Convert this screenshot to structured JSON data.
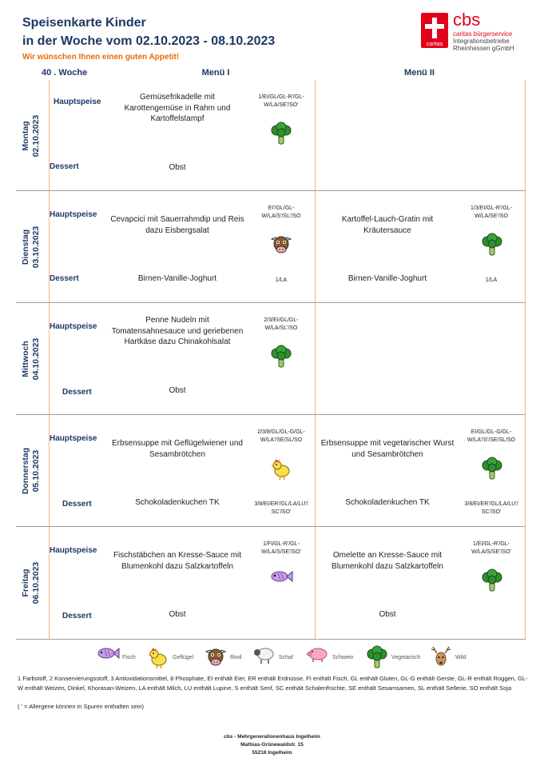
{
  "header": {
    "title_line1": "Speisenkarte Kinder",
    "title_line2": "in der Woche vom 02.10.2023 - 08.10.2023",
    "appetit": "Wir wünschen Ihnen einen guten Appetit!"
  },
  "logo": {
    "brand": "cbs",
    "badge": "caritas",
    "line1": "caritas bürgerservice",
    "line2": "Integrationsbetriebe",
    "line3": "Rheinhessen gGmbH"
  },
  "table": {
    "week": "40 . Woche",
    "menu1": "Menü I",
    "menu2": "Menü II",
    "hauptspeise_label": "Hauptspeise",
    "dessert_label": "Dessert"
  },
  "days": [
    {
      "name": "Montag",
      "date": "02.10.2023",
      "m1_main": "Gemüsefrikadelle mit\nKarottengemüse in Rahm und\nKartoffelstampf",
      "m1_main_allerg": "1/EI/GL/GL-R'/GL-\nW/LA/SE'/SO'",
      "m1_main_icon": "broccoli-icon",
      "m1_dessert": "Obst",
      "m1_dessert_allerg": "",
      "m2_main": "",
      "m2_main_allerg": "",
      "m2_main_icon": "",
      "m2_dessert": "",
      "m2_dessert_allerg": ""
    },
    {
      "name": "Dienstag",
      "date": "03.10.2023",
      "m1_main": "Cevapcici mit Sauerrahmdip und Reis\ndazu Eisbergsalat",
      "m1_main_allerg": "EI'/GL/GL-\nW/LA/S'/SL'/SO",
      "m1_main_icon": "cow-icon",
      "m1_dessert": "Birnen-Vanille-Joghurt",
      "m1_dessert_allerg": "1/LA",
      "m2_main": "Kartoffel-Lauch-Gratin mit\nKräutersauce",
      "m2_main_allerg": "1/3/EI/GL-R'/GL-\nW/LA/SE'/SO",
      "m2_main_icon": "broccoli-icon",
      "m2_dessert": "Birnen-Vanille-Joghurt",
      "m2_dessert_allerg": "1/LA"
    },
    {
      "name": "Mittwoch",
      "date": "04.10.2023",
      "m1_main": "Penne Nudeln mit\nTomatensahnesauce und geriebenen\nHartkäse dazu Chinakohlsalat",
      "m1_main_allerg": "2/3/EI/GL/GL-\nW/LA/SL'/SO",
      "m1_main_icon": "broccoli-icon",
      "m1_dessert": "Obst",
      "m1_dessert_allerg": "",
      "m2_main": "",
      "m2_main_allerg": "",
      "m2_main_icon": "",
      "m2_dessert": "",
      "m2_dessert_allerg": ""
    },
    {
      "name": "Donnerstag",
      "date": "05.10.2023",
      "m1_main": "Erbsensuppe mit Geflügelwiener und\nSesambrötchen",
      "m1_main_allerg": "2/3/8/GL/GL-G/GL-\nW/LA'/SE/SL/SO",
      "m1_main_icon": "chicken-icon",
      "m1_dessert": "Schokoladenkuchen TK",
      "m1_dessert_allerg": "3/8/EI/ER'/GL/LA/LU'/\nSC'/SO'",
      "m2_main": "Erbsensuppe mit vegetarischer Wurst\nund Sesambrötchen",
      "m2_main_allerg": "EI/GL/GL-G/GL-\nW/LA'/S'/SE/SL/SO",
      "m2_main_icon": "broccoli-icon",
      "m2_dessert": "Schokoladenkuchen TK",
      "m2_dessert_allerg": "3/8/EI/ER'/GL/LA/LU'/\nSC'/SO'"
    },
    {
      "name": "Freitag",
      "date": "06.10.2023",
      "m1_main": "Fischstäbchen an Kresse-Sauce mit\nBlumenkohl dazu Salzkartoffeln",
      "m1_main_allerg": "1/FI/GL-R'/GL-\nW/LA/S/SE'/SO'",
      "m1_main_icon": "fish-icon",
      "m1_dessert": "Obst",
      "m1_dessert_allerg": "",
      "m2_main": "Omelette an Kresse-Sauce mit\nBlumenkohl dazu Salzkartoffeln",
      "m2_main_allerg": "1/EI/GL-R'/GL-\nW/LA/S/SE'/SO'",
      "m2_main_icon": "broccoli-icon",
      "m2_dessert": "Obst",
      "m2_dessert_allerg": ""
    }
  ],
  "legend": [
    {
      "icon": "fish-icon",
      "label": "Fisch"
    },
    {
      "icon": "chicken-icon",
      "label": "Geflügel"
    },
    {
      "icon": "cow-icon",
      "label": "Rind"
    },
    {
      "icon": "sheep-icon",
      "label": "Schaf"
    },
    {
      "icon": "pig-icon",
      "label": "Schwein"
    },
    {
      "icon": "broccoli-icon",
      "label": "Vegetarisch"
    },
    {
      "icon": "deer-icon",
      "label": "Wild"
    }
  ],
  "footnote": "1 Farbstoff, 2 Konservierungsstoff, 3 Antioxidationsmittel, 8 Phosphate, EI enthält Eier, ER enthält Erdnüsse, FI enthält Fisch, GL enthält Gluten, GL-G enthält Gerste, GL-R enthält Roggen, GL-W enthält Weizen, Dinkel, Khorasan-Weizen, LA enthält Milch, LU enthält Lupine, S enthält Senf, SC enthält Schalenfrüchte, SE enthält Sesamsamen, SL enthält Sellerie, SO enthält Soja",
  "spuren": "( ' = Allergene können in Spuren enthalten sein)",
  "footer": {
    "line1": "cbs - Mehrgenerationenhaus Ingelheim",
    "line2": "Mathias-Grünewaldstr. 15",
    "line3": "55218 Ingelheim"
  },
  "colors": {
    "title": "#1f3864",
    "accent": "#e46c0a",
    "brand_red": "#e2001a",
    "grid_orange": "#f4b183"
  }
}
